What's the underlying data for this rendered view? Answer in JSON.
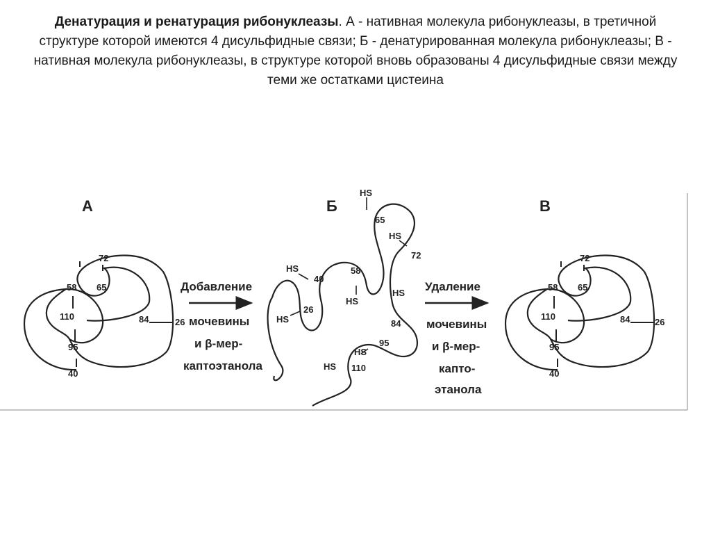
{
  "caption": {
    "title_bold": "Денатурация и ренатурация рибонуклеазы",
    "title_rest": ". А - нативная молекула рибонуклеазы, в третичной структуре которой имеются 4 дисульфидные связи; Б - денатурированная молекула рибонуклеазы; В - нативная молекула рибонуклеазы, в структуре которой вновь образованы 4 дисульфидные связи между теми же остатками цистеина"
  },
  "panels": {
    "a": {
      "letter": "А",
      "residues": {
        "r72": "72",
        "r58": "58",
        "r65": "65",
        "r110": "110",
        "r84": "84",
        "r26": "26",
        "r95": "95",
        "r40": "40"
      }
    },
    "b": {
      "letter": "Б",
      "labels": {
        "hs_top": "HS",
        "r65": "65",
        "hs_65": "HS",
        "r72": "72",
        "hs_40": "HS",
        "r40": "40",
        "r58": "58",
        "hs_58": "HS",
        "r26": "26",
        "hs_26": "HS",
        "hs_84": "HS",
        "r84": "84",
        "hs_95": "HS",
        "r95": "95",
        "hs_110": "HS",
        "r110": "110"
      }
    },
    "c": {
      "letter": "В",
      "residues": {
        "r72": "72",
        "r58": "58",
        "r65": "65",
        "r110": "110",
        "r84": "84",
        "r26": "26",
        "r95": "95",
        "r40": "40"
      }
    }
  },
  "arrows": {
    "forward": {
      "line1": "Добавление",
      "line2": "мочевины",
      "line3": "и β-мер-",
      "line4": "каптоэтанола"
    },
    "reverse": {
      "line1": "Удаление",
      "line2": "мочевины",
      "line3": "и β-мер-",
      "line4": "капто-",
      "line5": "этанола"
    }
  }
}
